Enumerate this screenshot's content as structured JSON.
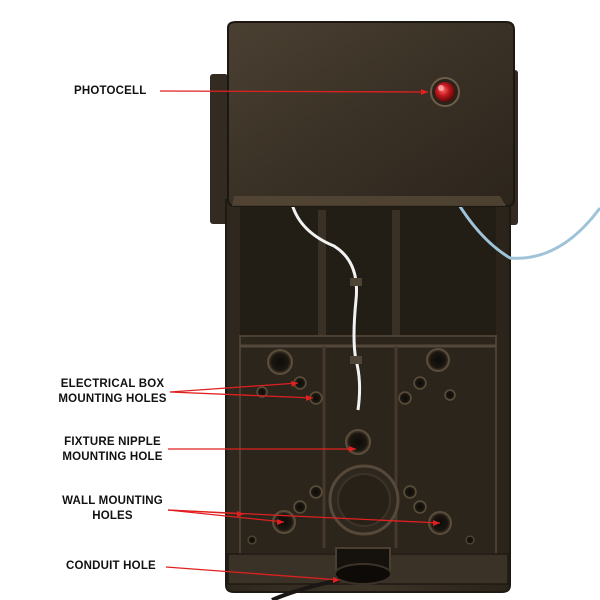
{
  "colors": {
    "background": "#ffffff",
    "housing": "#3c3428",
    "housing_edge": "#2a241b",
    "housing_light": "#5a4d3a",
    "interior": "#231e16",
    "leader_line": "#e02020",
    "photocell": "#c0161b",
    "wire_white": "#f2f2f2",
    "wire_blue": "#9fc3d8"
  },
  "callouts": {
    "photocell": "PHOTOCELL",
    "electrical_box_line1": "ELECTRICAL BOX",
    "electrical_box_line2": "MOUNTING HOLES",
    "fixture_nipple_line1": "FIXTURE NIPPLE",
    "fixture_nipple_line2": "MOUNTING HOLE",
    "wall_mounting_line1": "WALL MOUNTING",
    "wall_mounting_line2": "HOLES",
    "conduit_hole": "CONDUIT HOLE"
  },
  "icons": {
    "photocell": "photocell-icon",
    "mounting_hole": "mounting-hole-icon",
    "conduit": "conduit-hole-icon"
  }
}
